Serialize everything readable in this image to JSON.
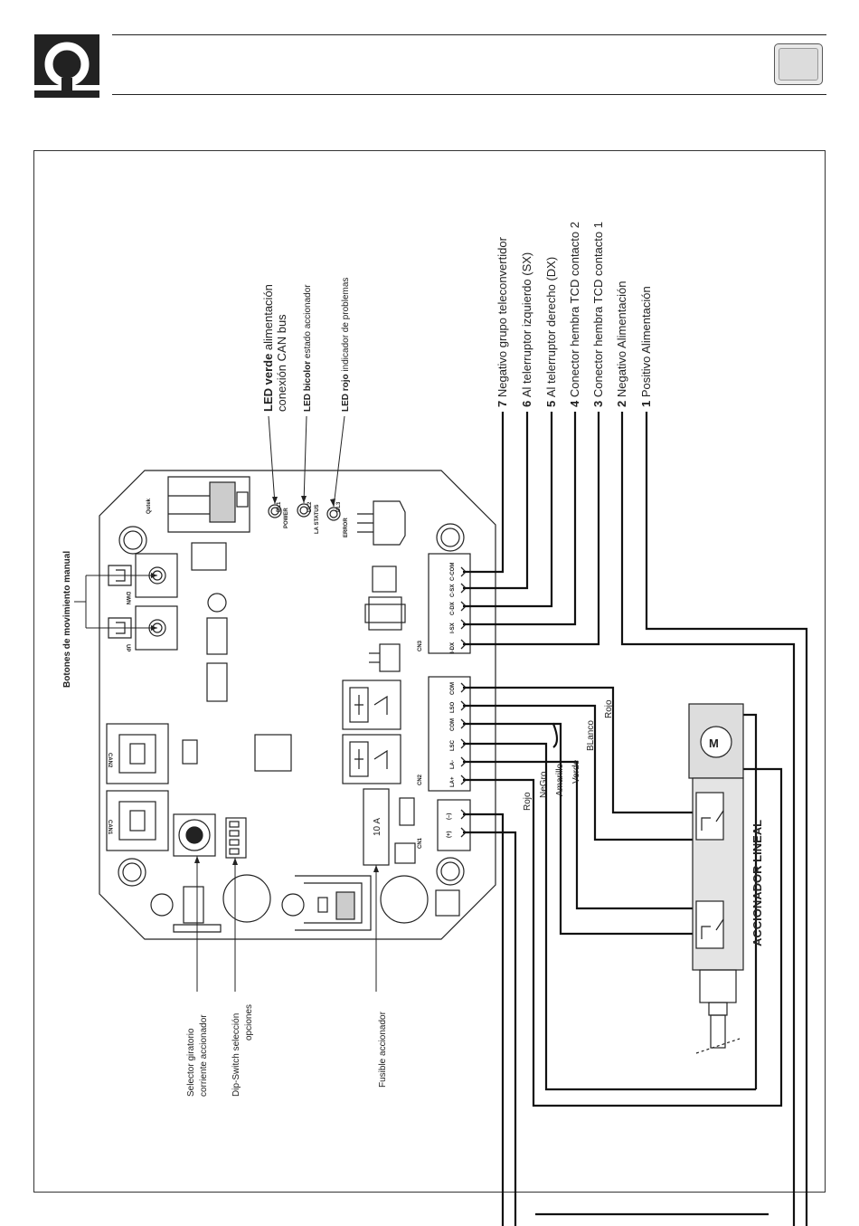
{
  "header": {
    "logo": "Q-brand-logo"
  },
  "labels": {
    "manual_buttons": "Botones de movimiento manual",
    "selector": [
      "Selector giratorio",
      "corriente accionador"
    ],
    "dipswitch": [
      "Dip-Switch selección",
      "opciones"
    ],
    "fuse": "Fusible accionador",
    "actuator": "ACCIONADOR LINEAL",
    "motor": "M",
    "fuse_value": "10 A",
    "can1": "CAN1",
    "can2": "CAN2",
    "up": "UP",
    "dwn": "DWN",
    "cn1": "CN1",
    "cn2": "CN2",
    "cn3": "CN3",
    "pos": "(+)",
    "neg": "(–)",
    "power": "POWER",
    "la_status": "LA STATUS",
    "error": "ERROR",
    "dl1": "DL1",
    "dl2": "DL2",
    "dl3": "DL3",
    "brand": "Qutek"
  },
  "leds": [
    {
      "bold": "LED verde",
      "rest": "alimentación",
      "line2": "conexión CAN bus"
    },
    {
      "bold": "LED bicolor",
      "rest": "estado accionador"
    },
    {
      "bold": "LED rojo",
      "rest": "indicador de problemas"
    }
  ],
  "terminals_cn3": [
    "I-DX",
    "I-SX",
    "C-DX",
    "C-SX",
    "C-COM"
  ],
  "terminals_cn2": [
    "LA+",
    "LA-",
    "LSC",
    "COM",
    "LSO",
    "COM"
  ],
  "connections": [
    {
      "num": "7",
      "text": "Negativo grupo teleconvertidor"
    },
    {
      "num": "6",
      "text": "Al telerruptor izquierdo (SX)"
    },
    {
      "num": "5",
      "text": "Al telerruptor derecho (DX)"
    },
    {
      "num": "4",
      "text": "Conector hembra TCD contacto 2"
    },
    {
      "num": "3",
      "text": "Conector hembra TCD contacto 1"
    },
    {
      "num": "2",
      "text": "Negativo Alimentación"
    },
    {
      "num": "1",
      "text": "Positivo Alimentación"
    }
  ],
  "wire_colors": [
    "Rojo",
    "NeGro",
    "Amarillo",
    "Verde",
    "BLanco",
    "Rojo"
  ]
}
